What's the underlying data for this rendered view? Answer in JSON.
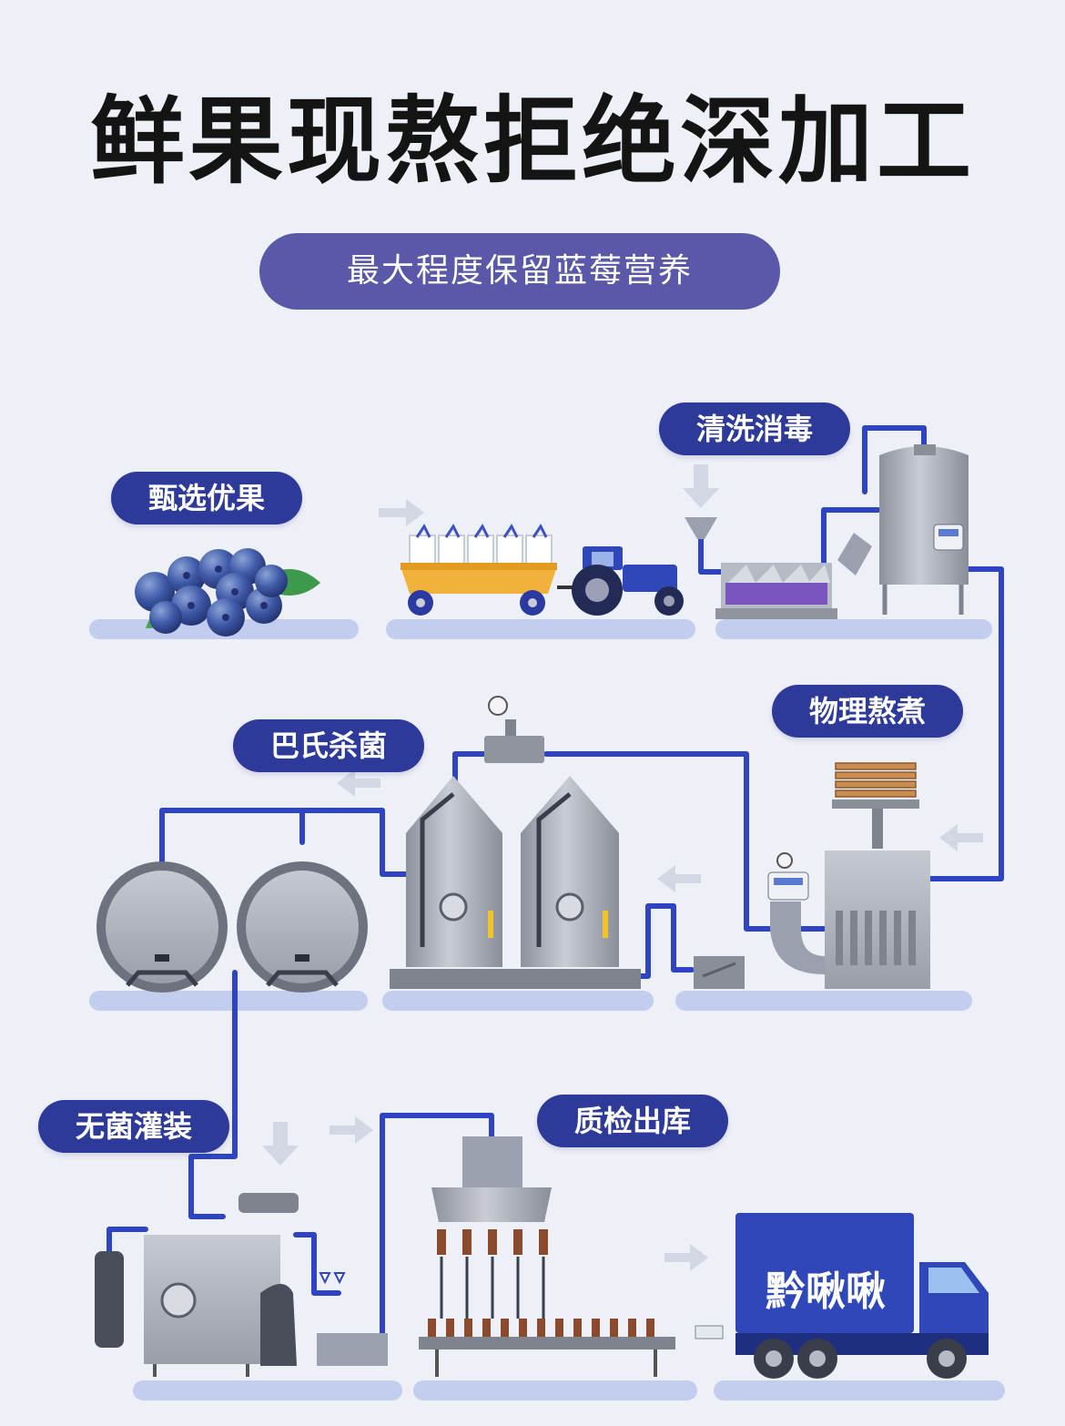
{
  "title": "鲜果现熬拒绝深加工",
  "subtitle": "最大程度保留蓝莓营养",
  "steps": {
    "select": "甄选优果",
    "wash": "清洗消毒",
    "boil": "物理熬煮",
    "pasteurize": "巴氏杀菌",
    "filling": "无菌灌装",
    "inspect": "质检出库"
  },
  "truck_label": "黔啾啾",
  "colors": {
    "pipe": "#2e44c4",
    "badge": "#2e3a9a",
    "subtitle_bg": "#5a58a8",
    "metal": "#a9adb7",
    "truck": "#2f47b8",
    "blueberry": "#3f5aa8",
    "floor": "#c3cdee"
  }
}
